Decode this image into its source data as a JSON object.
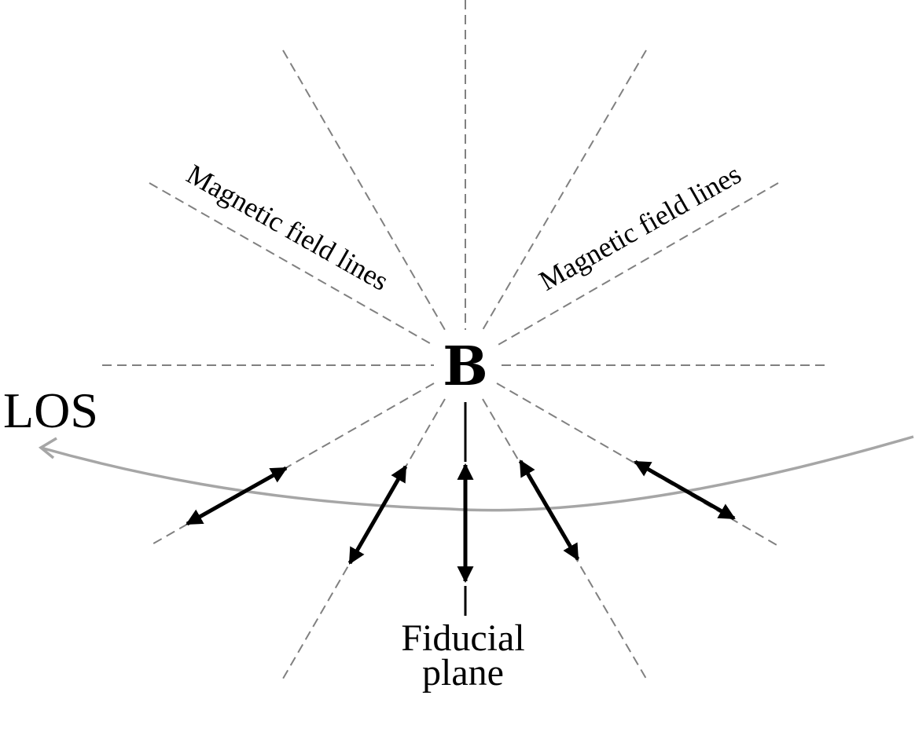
{
  "diagram": {
    "center_label": "B",
    "los_label": "LOS",
    "field_label_left": "Magnetic field lines",
    "field_label_right": "Magnetic field lines",
    "plane_label_line1": "Fiducial",
    "plane_label_line2": "plane"
  },
  "colors": {
    "field_lines": "#808080",
    "los_curve": "#a6a6a6",
    "arrows": "#000000",
    "text": "#000000",
    "background": "#ffffff"
  },
  "icons": {
    "los_arrowhead": "open-chevron-arrowhead",
    "polarization_arrows": "double-headed-arrow"
  }
}
